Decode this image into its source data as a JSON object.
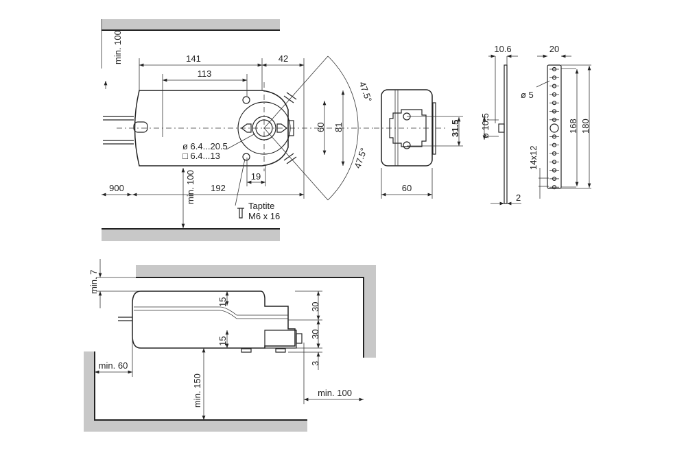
{
  "top_view": {
    "clearance_top": "min. 100",
    "dim_length_141": "141",
    "dim_42": "42",
    "dim_113": "113",
    "angle_upper": "47.5°",
    "angle_lower": "47.5°",
    "dim_60": "60",
    "dim_81": "81",
    "shaft_round": "ø 6.4...20.5",
    "shaft_square": "□ 6.4...13",
    "dim_19": "19",
    "cable_length": "900",
    "clearance_bottom": "min. 100",
    "dim_192": "192",
    "screw_line1": "Taptite",
    "screw_line2": "M6 x 16"
  },
  "end_view": {
    "dim_width": "60",
    "dim_31_5": "31.5"
  },
  "bracket_side": {
    "dim_10_6": "10.6",
    "dim_bolt": "ø 10.5",
    "dim_thickness": "2"
  },
  "bracket_front": {
    "dim_20": "20",
    "hole_dia": "ø 5",
    "dim_168": "168",
    "dim_180": "180",
    "hole_pitch": "14x12"
  },
  "side_view": {
    "clearance_top": "min. 7",
    "dim_15_upper": "15",
    "dim_15_lower": "15",
    "dim_30_upper": "30",
    "dim_30_lower": "30",
    "dim_3": "3",
    "clearance_left": "min. 60",
    "clearance_bottom": "min. 150",
    "clearance_right": "min. 100"
  }
}
